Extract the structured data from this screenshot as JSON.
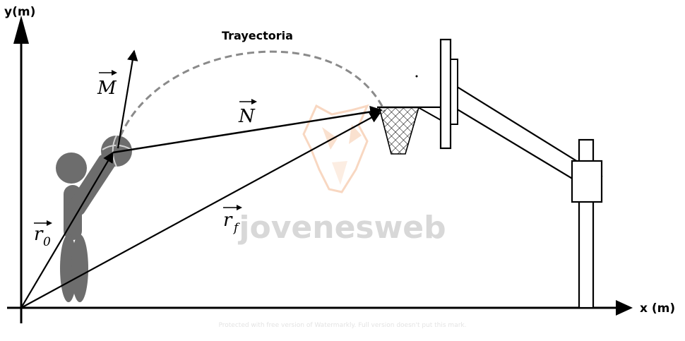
{
  "axes": {
    "y_label": "y(m)",
    "x_label": "x (m)"
  },
  "trajectory": {
    "label": "Trayectoria"
  },
  "vectors": {
    "M": "M",
    "N": "N",
    "r0_base": "r",
    "r0_sub": "0",
    "rf_base": "r",
    "rf_sub": "f"
  },
  "watermark": {
    "text": "jovenesweb"
  },
  "footer_note": {
    "text": "Protected with free version of Watermarkly. Full version doesn't put this mark."
  },
  "colors": {
    "ink": "#000000",
    "player": "#6d6d6d",
    "trajectory": "#8a8a8a",
    "watermark_text": "#d8d8d8",
    "watermark_logo": "#f6c9a8"
  }
}
